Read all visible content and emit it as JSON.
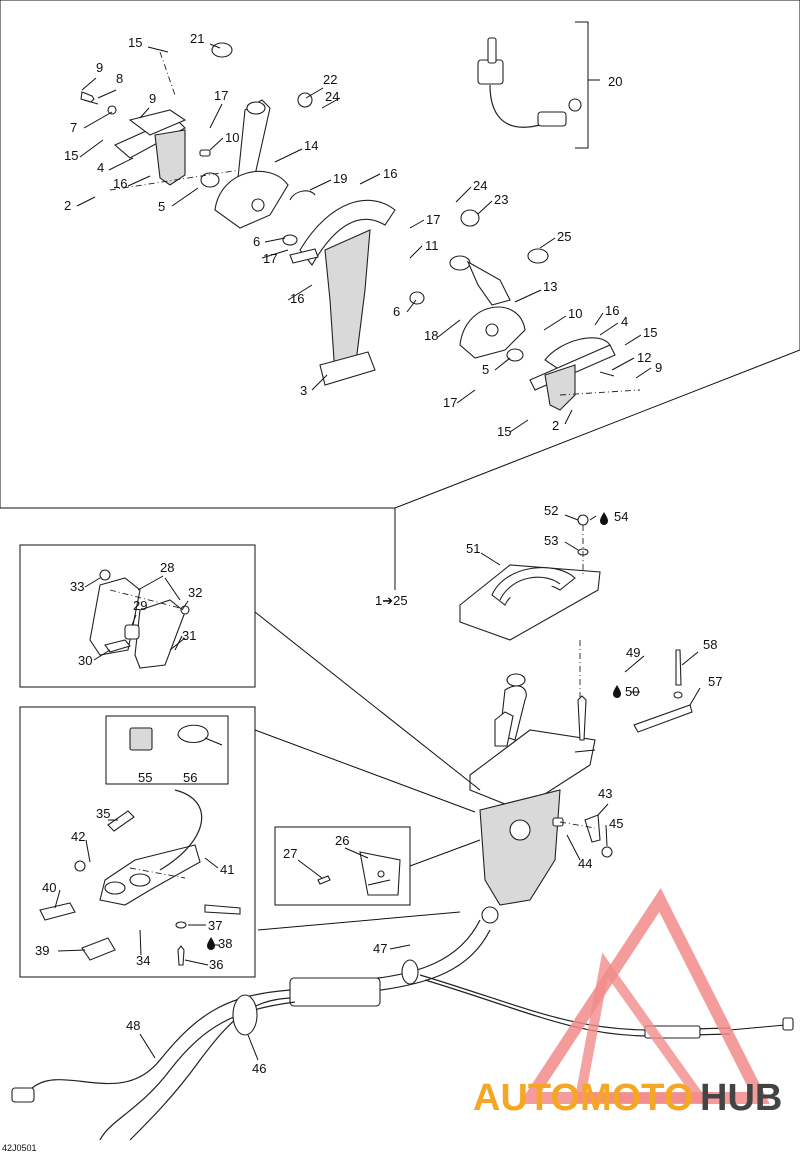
{
  "labels": {
    "top": [
      {
        "n": "15"
      },
      {
        "n": "21"
      },
      {
        "n": "9"
      },
      {
        "n": "8"
      },
      {
        "n": "9"
      },
      {
        "n": "7"
      },
      {
        "n": "15"
      },
      {
        "n": "4"
      },
      {
        "n": "16"
      },
      {
        "n": "2"
      },
      {
        "n": "5"
      },
      {
        "n": "17"
      },
      {
        "n": "10"
      },
      {
        "n": "22"
      },
      {
        "n": "24"
      },
      {
        "n": "14"
      },
      {
        "n": "19"
      },
      {
        "n": "16"
      },
      {
        "n": "6"
      },
      {
        "n": "17"
      },
      {
        "n": "16"
      },
      {
        "n": "3"
      },
      {
        "n": "17"
      },
      {
        "n": "11"
      },
      {
        "n": "24"
      },
      {
        "n": "23"
      },
      {
        "n": "25"
      },
      {
        "n": "13"
      },
      {
        "n": "6"
      },
      {
        "n": "18"
      },
      {
        "n": "10"
      },
      {
        "n": "16"
      },
      {
        "n": "4"
      },
      {
        "n": "15"
      },
      {
        "n": "12"
      },
      {
        "n": "9"
      },
      {
        "n": "5"
      },
      {
        "n": "17"
      },
      {
        "n": "15"
      },
      {
        "n": "2"
      },
      {
        "n": "20"
      }
    ],
    "range": "1➔25",
    "right": [
      {
        "n": "52"
      },
      {
        "n": "54"
      },
      {
        "n": "53"
      },
      {
        "n": "51"
      },
      {
        "n": "58"
      },
      {
        "n": "49"
      },
      {
        "n": "50"
      },
      {
        "n": "57"
      },
      {
        "n": "43"
      },
      {
        "n": "45"
      },
      {
        "n": "44"
      },
      {
        "n": "47"
      },
      {
        "n": "46"
      },
      {
        "n": "48"
      }
    ],
    "inset_a": [
      {
        "n": "28"
      },
      {
        "n": "33"
      },
      {
        "n": "32"
      },
      {
        "n": "29"
      },
      {
        "n": "31"
      },
      {
        "n": "30"
      }
    ],
    "inset_b": [
      {
        "n": "55"
      },
      {
        "n": "56"
      },
      {
        "n": "35"
      },
      {
        "n": "42"
      },
      {
        "n": "41"
      },
      {
        "n": "40"
      },
      {
        "n": "37"
      },
      {
        "n": "38"
      },
      {
        "n": "39"
      },
      {
        "n": "34"
      },
      {
        "n": "36"
      }
    ],
    "inset_c": [
      {
        "n": "26"
      },
      {
        "n": "27"
      }
    ]
  },
  "drawing_code": "42J0501",
  "watermark": {
    "part1": "AUTOMOTO",
    "part2": "HUB",
    "color1": "#f5a623",
    "color2": "#444444",
    "triangle": "#f08080"
  },
  "drop_icon": "oil-drop-icon"
}
